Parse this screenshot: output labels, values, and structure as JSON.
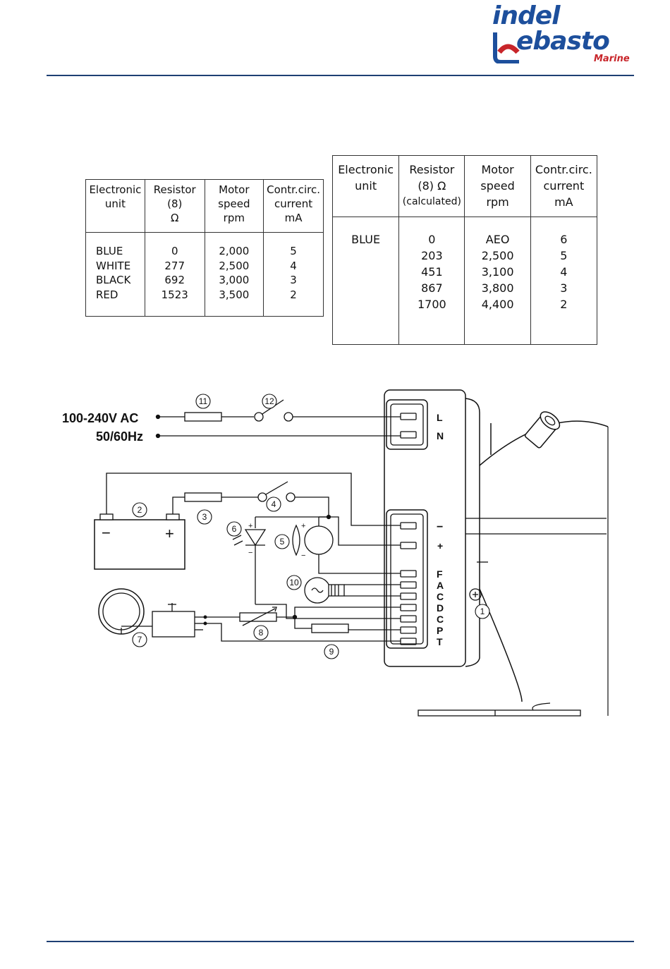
{
  "brand": {
    "line1": "indel",
    "line2": "ebasto",
    "sub": "Marine"
  },
  "table_small": {
    "headers": [
      [
        "Electronic",
        "unit"
      ],
      [
        "Resistor",
        "(8)",
        "Ω"
      ],
      [
        "Motor",
        "speed",
        "rpm"
      ],
      [
        "Contr.circ.",
        "current",
        "mA"
      ]
    ],
    "columns": [
      [
        "BLUE",
        "WHITE",
        "BLACK",
        "RED"
      ],
      [
        "0",
        "277",
        "692",
        "1523"
      ],
      [
        "2,000",
        "2,500",
        "3,000",
        "3,500"
      ],
      [
        "5",
        "4",
        "3",
        "2"
      ]
    ]
  },
  "table_large": {
    "headers": [
      [
        "Electronic",
        "unit"
      ],
      [
        "Resistor",
        "(8) Ω",
        "(calculated)"
      ],
      [
        "Motor",
        "speed",
        "rpm"
      ],
      [
        "Contr.circ.",
        "current",
        "mA"
      ]
    ],
    "columns": [
      [
        "BLUE"
      ],
      [
        "0",
        "203",
        "451",
        "867",
        "1700"
      ],
      [
        "AEO",
        "2,500",
        "3,100",
        "3,800",
        "4,400"
      ],
      [
        "6",
        "5",
        "4",
        "3",
        "2"
      ]
    ]
  },
  "diagram": {
    "supply_voltage": "100-240V AC",
    "supply_freq": "50/60Hz",
    "terminals_top": [
      "L",
      "N"
    ],
    "terminals_bottom": [
      "−",
      "+",
      "F",
      "A",
      "C",
      "D",
      "C",
      "P",
      "T"
    ],
    "battery_minus": "−",
    "battery_plus": "+",
    "diode_plus": "+",
    "diode_minus": "−",
    "fan_plus": "+",
    "fan_minus": "−",
    "callouts": [
      "1",
      "2",
      "3",
      "4",
      "5",
      "6",
      "7",
      "8",
      "9",
      "10",
      "11",
      "12"
    ]
  },
  "colors": {
    "rule": "#1e3f73",
    "brand_blue": "#1d4f9c",
    "brand_red": "#c8252a"
  }
}
